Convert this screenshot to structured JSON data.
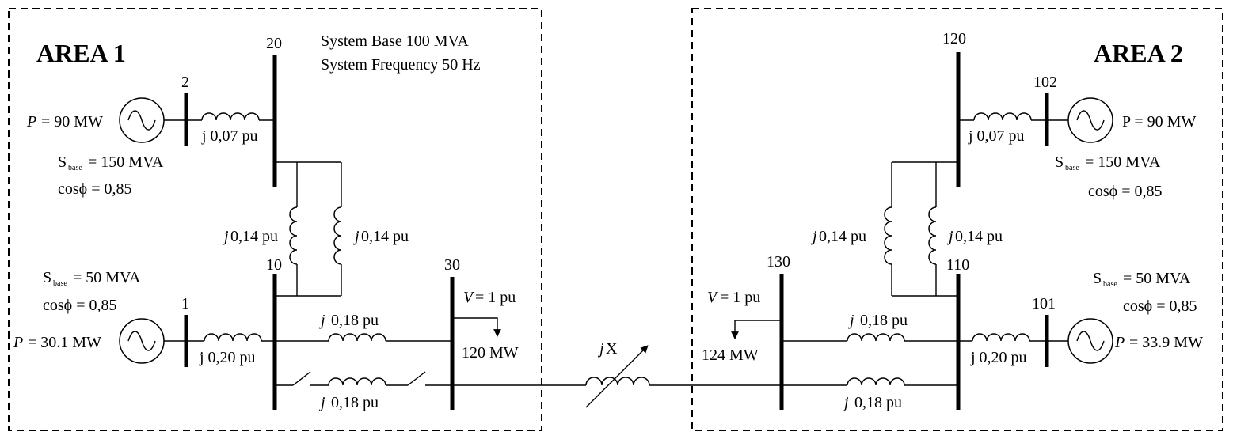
{
  "areas": {
    "area1": {
      "title": "AREA 1"
    },
    "area2": {
      "title": "AREA 2"
    }
  },
  "system_info": {
    "base": "System Base 100 MVA",
    "frequency": "System Frequency 50 Hz"
  },
  "buses": {
    "b1": "1",
    "b2": "2",
    "b10": "10",
    "b20": "20",
    "b30": "30",
    "b101": "101",
    "b102": "102",
    "b110": "110",
    "b120": "120",
    "b130": "130"
  },
  "generators": {
    "g2": {
      "p_label": "P",
      "p_value": "= 90 MW",
      "sbase_main": "S",
      "sbase_sub": "base",
      "sbase_value": "= 150 MVA",
      "pf": "cosϕ = 0,85"
    },
    "g1": {
      "p_label": "P",
      "p_value": "= 30.1 MW",
      "sbase_main": "S",
      "sbase_sub": "base",
      "sbase_value": "= 50 MVA",
      "pf": "cosϕ = 0,85"
    },
    "g102": {
      "p_text": "P = 90 MW",
      "sbase_main": "S",
      "sbase_sub": "base",
      "sbase_value": "= 150 MVA",
      "pf": "cosϕ = 0,85"
    },
    "g101": {
      "p_label": "P",
      "p_value": "= 33.9 MW",
      "sbase_main": "S",
      "sbase_sub": "base",
      "sbase_value": "= 50 MVA",
      "pf": "cosϕ = 0,85"
    }
  },
  "impedances": {
    "x2_20": "j 0,07 pu",
    "x1_10": "j 0,20 pu",
    "x10_20_left_j": "j",
    "x10_20_left_v": "0,14 pu",
    "x10_20_right_j": "j",
    "x10_20_right_v": "0,14 pu",
    "x10_30_j": "j",
    "x10_30_v": "0,18 pu",
    "x10_30b_j": "j",
    "x10_30b_v": "0,18 pu",
    "x102_120": "j 0,07 pu",
    "x101_110": "j 0,20 pu",
    "x110_120_left_j": "j",
    "x110_120_left_v": "0,14 pu",
    "x110_120_right_j": "j",
    "x110_120_right_v": "0,14 pu",
    "x110_130_j": "j",
    "x110_130_v": "0,18 pu",
    "x110_130b_j": "j",
    "x110_130b_v": "0,18 pu",
    "tie_j": "j",
    "tie_x": "X"
  },
  "loads": {
    "bus30": {
      "v_label": "V",
      "v_value": "= 1 pu",
      "p": "120 MW"
    },
    "bus130": {
      "v_label": "V",
      "v_value": "= 1 pu",
      "p": "124 MW"
    }
  }
}
